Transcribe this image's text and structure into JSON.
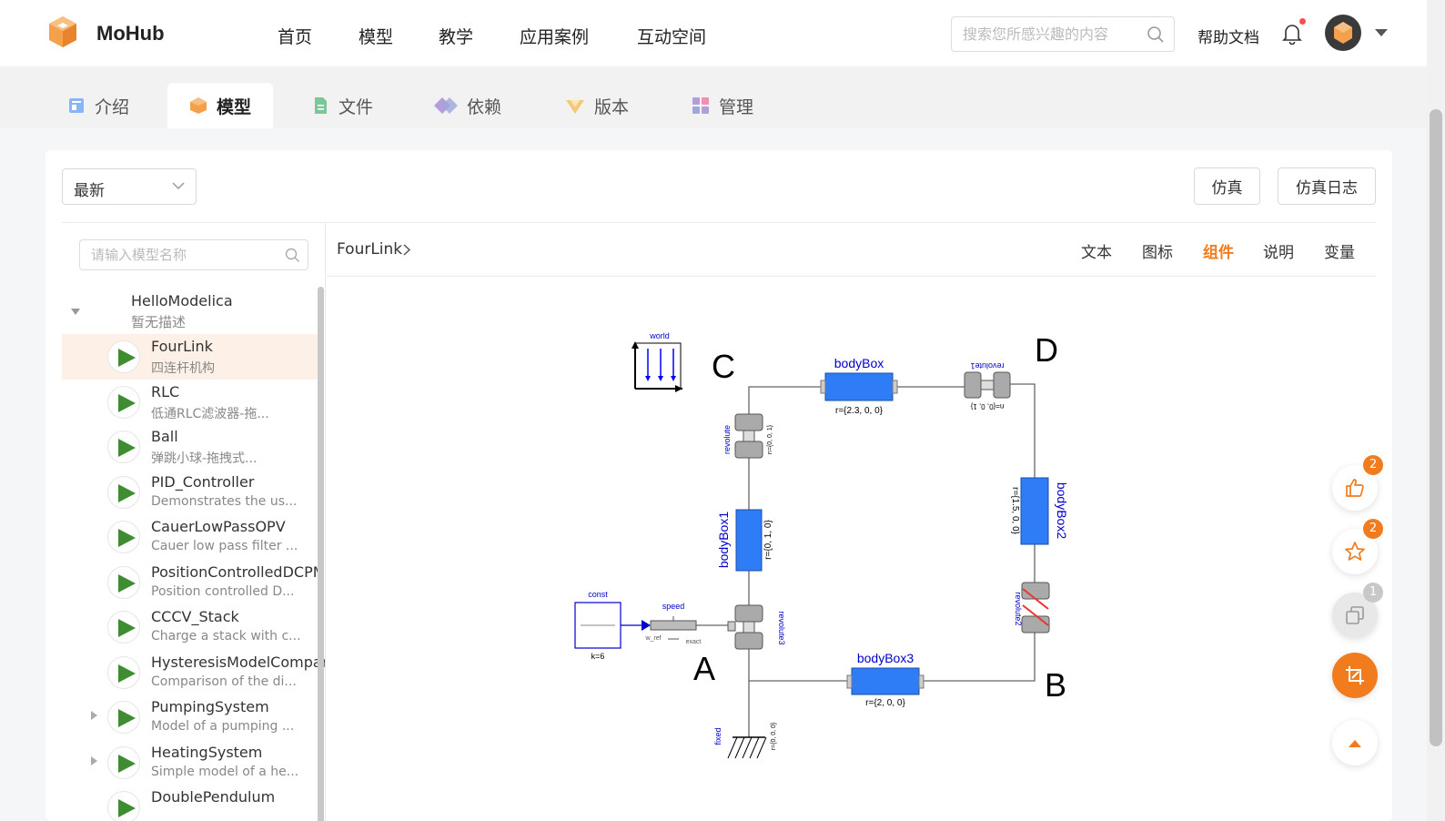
{
  "brand": {
    "name": "MoHub"
  },
  "nav": [
    "首页",
    "模型",
    "教学",
    "应用案例",
    "互动空间"
  ],
  "search": {
    "placeholder": "搜索您所感兴趣的内容"
  },
  "help": "帮助文档",
  "tabs": [
    "介绍",
    "模型",
    "文件",
    "依赖",
    "版本",
    "管理"
  ],
  "sort": {
    "selected": "最新"
  },
  "buttons": {
    "simulate": "仿真",
    "sim_log": "仿真日志"
  },
  "model_search": {
    "placeholder": "请输入模型名称"
  },
  "tree_root": {
    "name": "HelloModelica",
    "desc": "暂无描述"
  },
  "models": [
    {
      "name": "FourLink",
      "desc": "四连杆机构"
    },
    {
      "name": "RLC",
      "desc": "低通RLC滤波器-拖..."
    },
    {
      "name": "Ball",
      "desc": "弹跳小球-拖拽式..."
    },
    {
      "name": "PID_Controller",
      "desc": "Demonstrates the us..."
    },
    {
      "name": "CauerLowPassOPV",
      "desc": "Cauer low pass filter ..."
    },
    {
      "name": "PositionControlledDCPM",
      "desc": "Position controlled D..."
    },
    {
      "name": "CCCV_Stack",
      "desc": "Charge a stack with c..."
    },
    {
      "name": "HysteresisModelCompar",
      "desc": "Comparison of the di..."
    },
    {
      "name": "PumpingSystem",
      "desc": "Model of a pumping ..."
    },
    {
      "name": "HeatingSystem",
      "desc": "Simple model of a he..."
    },
    {
      "name": "DoublePendulum",
      "desc": ""
    }
  ],
  "breadcrumb": "FourLink",
  "view_tabs": [
    "文本",
    "图标",
    "组件",
    "说明",
    "变量"
  ],
  "diagram": {
    "points": {
      "A": "A",
      "B": "B",
      "C": "C",
      "D": "D"
    },
    "world": "world",
    "bodyBox": "bodyBox",
    "bodyBox_r": "r={2.3, 0, 0}",
    "bodyBox1": "bodyBox1",
    "bodyBox1_r": "r={0, 1, 0}",
    "bodyBox2": "bodyBox2",
    "bodyBox2_r": "r={1.5, 0, 0}",
    "bodyBox3": "bodyBox3",
    "bodyBox3_r": "r={2, 0, 0}",
    "revolute": "revolute",
    "revolute1": "revolute1",
    "revolute2": "revolute2",
    "revolute3": "revolute3",
    "n_rev": "n={0, 0, 1}",
    "n_rev1": "n={0, 0, 1}",
    "const": "const",
    "k": "k=6",
    "speed": "speed",
    "w_ref": "w_ref",
    "exact": "exact",
    "fixed": "fixed",
    "fixed_r": "r={0, 0, 0}"
  },
  "fab_badges": {
    "like": "2",
    "star": "2",
    "copy": "1"
  },
  "colors": {
    "accent": "#f07c1e",
    "body": "#2e7cf6",
    "play": "#3f8c33"
  }
}
